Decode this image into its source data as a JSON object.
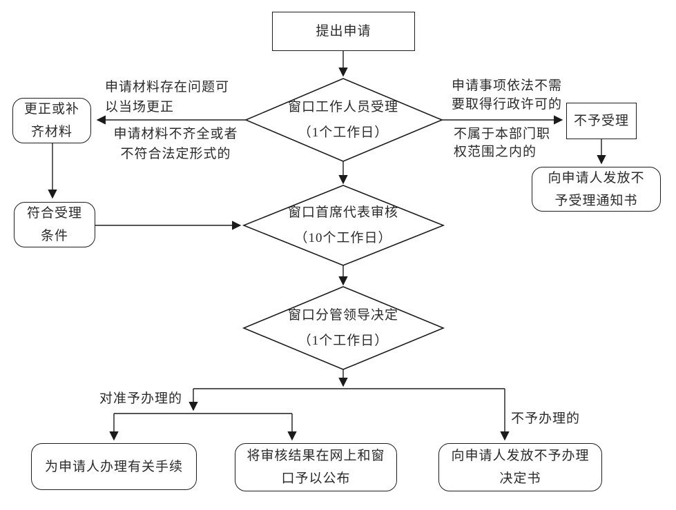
{
  "flowchart": {
    "nodes": {
      "start": {
        "label": "提出申请"
      },
      "decision1": {
        "line1": "窗口工作人员受理",
        "line2": "（1个工作日）"
      },
      "decision2": {
        "line1": "窗口首席代表审核",
        "line2": "（10个工作日）"
      },
      "decision3": {
        "line1": "窗口分管领导决定",
        "line2": "（1个工作日）"
      },
      "correct_materials": {
        "line1": "更正或补",
        "line2": "齐材料"
      },
      "meets_conditions": {
        "line1": "符合受理",
        "line2": "条件"
      },
      "not_accepted": {
        "label": "不予受理"
      },
      "not_accepted_notice": {
        "line1": "向申请人发放不",
        "line2": "予受理通知书"
      },
      "handle_procedures": {
        "label": "为申请人办理有关手续"
      },
      "publish_results": {
        "line1": "将审核结果在网上和窗",
        "line2": "口予以公布"
      },
      "deny_decision_notice": {
        "line1": "向申请人发放不予办理",
        "line2": "决定书"
      }
    },
    "edge_labels": {
      "left_top": {
        "line1": "申请材料存在问题可",
        "line2": "以当场更正"
      },
      "left_bottom": {
        "line1": "申请材料不齐全或者",
        "line2": "不符合法定形式的"
      },
      "right_top": {
        "line1": "申请事项依法不需",
        "line2": "要取得行政许可的"
      },
      "right_bottom": {
        "line1": "不属于本部门职",
        "line2": "权范围之内的"
      },
      "approve": "对准予办理的",
      "deny": "不予办理的"
    },
    "colors": {
      "line": "#1b1b1b",
      "text": "#2a2a2a",
      "background": "#ffffff"
    }
  }
}
